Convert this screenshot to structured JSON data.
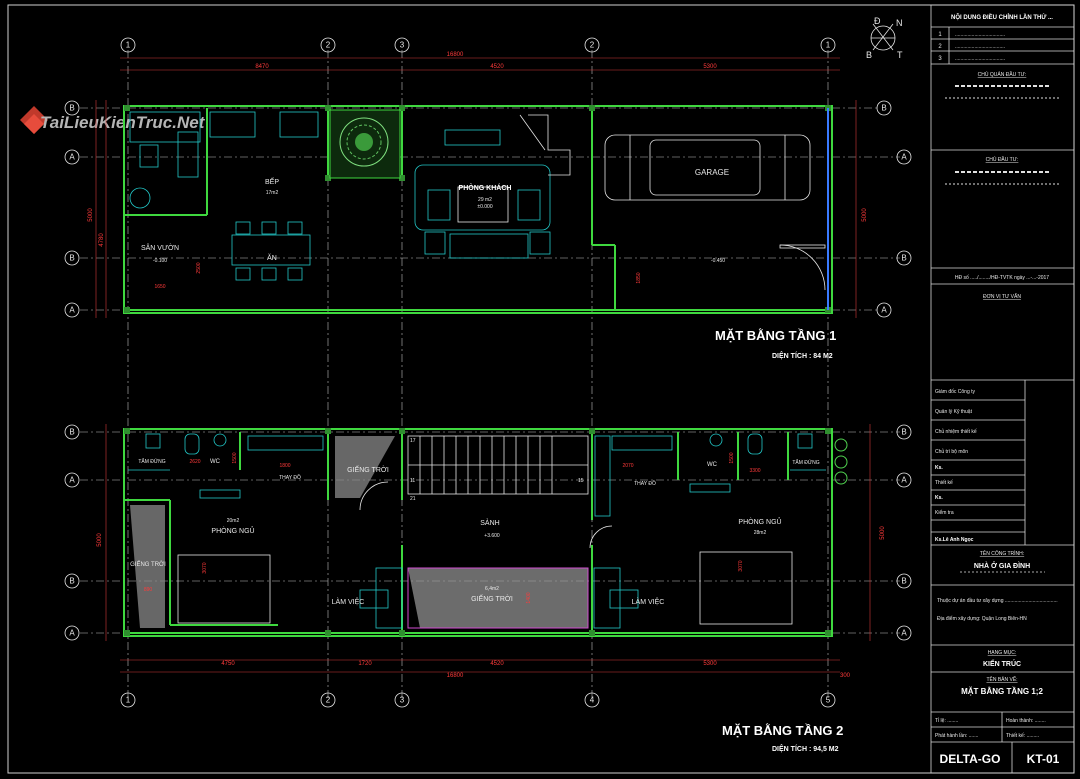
{
  "watermark": "TaiLieuKienTruc.Net",
  "compass": {
    "n": "N",
    "d": "Đ",
    "b": "B",
    "t": "T"
  },
  "axes": {
    "columns": [
      "1",
      "2",
      "3",
      "2",
      "1"
    ],
    "columns_bottom": [
      "1",
      "2",
      "3",
      "4",
      "5"
    ],
    "rows_plan1": [
      "B",
      "A",
      "B",
      "A"
    ],
    "rows_plan2": [
      "B",
      "A",
      "B",
      "A"
    ]
  },
  "plan1": {
    "title": "MẶT BẰNG TẦNG 1",
    "area": "DIỆN TÍCH : 84 M2",
    "dims_top": {
      "total": "16800",
      "d1": "8470",
      "d2": "4520",
      "d3": "5300"
    },
    "dims_side": {
      "left_total": "5000",
      "left_a": "4780",
      "right": "5000"
    },
    "rooms": {
      "bep": "BẾP",
      "bep_area": "17m2",
      "an": "ĂN",
      "san_vuon": "SÂN VƯỜN",
      "san_vuon_level": "-0.100",
      "san_vuon_dim": "1650",
      "san_vuon_dim2": "2500",
      "phong_khach": "PHÒNG KHÁCH",
      "phong_khach_area": "29 m2",
      "phong_khach_level": "±0.000",
      "garage": "GARAGE",
      "garage_level": "-0.450",
      "garage_dim": "1850"
    }
  },
  "plan2": {
    "title": "MẶT BẰNG TẦNG 2",
    "area": "DIỆN TÍCH : 94,5 M2",
    "dims_bottom": {
      "total": "16800",
      "d1": "4750",
      "d2": "1720",
      "d3": "4520",
      "d4": "5300",
      "d5": "300"
    },
    "dims_side": {
      "left": "5000",
      "right": "5000"
    },
    "rooms": {
      "tam_dung_l": "TẮM ĐỨNG",
      "wc_l": "WC",
      "wc_l_dim": "1500",
      "thay_do_l": "THAY ĐỒ",
      "thay_do_l_dim": "1800",
      "dim_2620": "2620",
      "gieng_troi_top": "GIẾNG TRỜI",
      "phong_ngu_l": "PHÒNG NGỦ",
      "phong_ngu_l_area": "20m2",
      "phong_ngu_l_dim": "3070",
      "gieng_troi_l": "GIẾNG TRỜI",
      "gieng_troi_l_dim": "890",
      "lam_viec_l": "LÀM VIỆC",
      "sanh": "SẢNH",
      "sanh_level": "+3.600",
      "gieng_troi_c": "GIẾNG TRỜI",
      "gieng_troi_c_area": "6,4m2",
      "gieng_troi_c_dim": "1400",
      "stair_17": "17",
      "stair_11": "11",
      "stair_21": "21",
      "stair_15": "15",
      "lam_viec_r": "LÀM VIỆC",
      "thay_do_r": "THAY ĐỒ",
      "dim_2070": "2070",
      "wc_r": "WC",
      "wc_r_dim": "1500",
      "dim_3300": "3300",
      "tam_dung_r": "TẮM ĐỨNG",
      "phong_ngu_r": "PHÒNG NGỦ",
      "phong_ngu_r_area": "28m2",
      "phong_ngu_r_dim": "3070"
    }
  },
  "title_block": {
    "revision_header": "NỘI DUNG ĐIỀU CHỈNH LẦN THỨ ...",
    "revisions": [
      "1",
      "2",
      "3"
    ],
    "revision_dots": "....................................",
    "chu_quan": "CHỦ QUẢN ĐẦU TƯ:",
    "chu_dau_tu": "CHỦ ĐẦU TƯ:",
    "contract": "HĐ số ...../......../HĐ-TVTK ngày ...-...-2017",
    "don_vi": "ĐƠN VỊ TƯ VẤN",
    "roles": [
      "Giám đốc Công ty",
      "Quản lý Kỹ thuật",
      "Chủ nhiệm thiết kế",
      "Chủ trì bộ môn",
      "Ks.",
      "Thiết kế",
      "Ks.",
      "Kiểm tra",
      "Ks.Lê Anh Ngọc"
    ],
    "ten_cong_trinh_label": "TÊN CÔNG TRÌNH:",
    "ten_cong_trinh": "NHÀ Ở GIA ĐÌNH",
    "thuoc_du_an": "Thuộc dự án đầu tư xây dựng ......................................",
    "dia_diem": "Địa điểm xây dựng: Quận Long Biên-HN",
    "hang_muc_label": "HẠNG MỤC:",
    "hang_muc": "KIẾN TRÚC",
    "ten_ban_ve_label": "TÊN BẢN VẼ:",
    "ten_ban_ve": "MẶT BẰNG TẦNG 1;2",
    "ti_le": "Tỉ lệ: ........",
    "hoan_thanh": "Hoàn thành: ........",
    "phat_hanh": "Phát hành lần: .......",
    "thiet_ke": "Thiết kế: .........",
    "brand": "DELTA-GO",
    "sheet": "KT-01"
  }
}
